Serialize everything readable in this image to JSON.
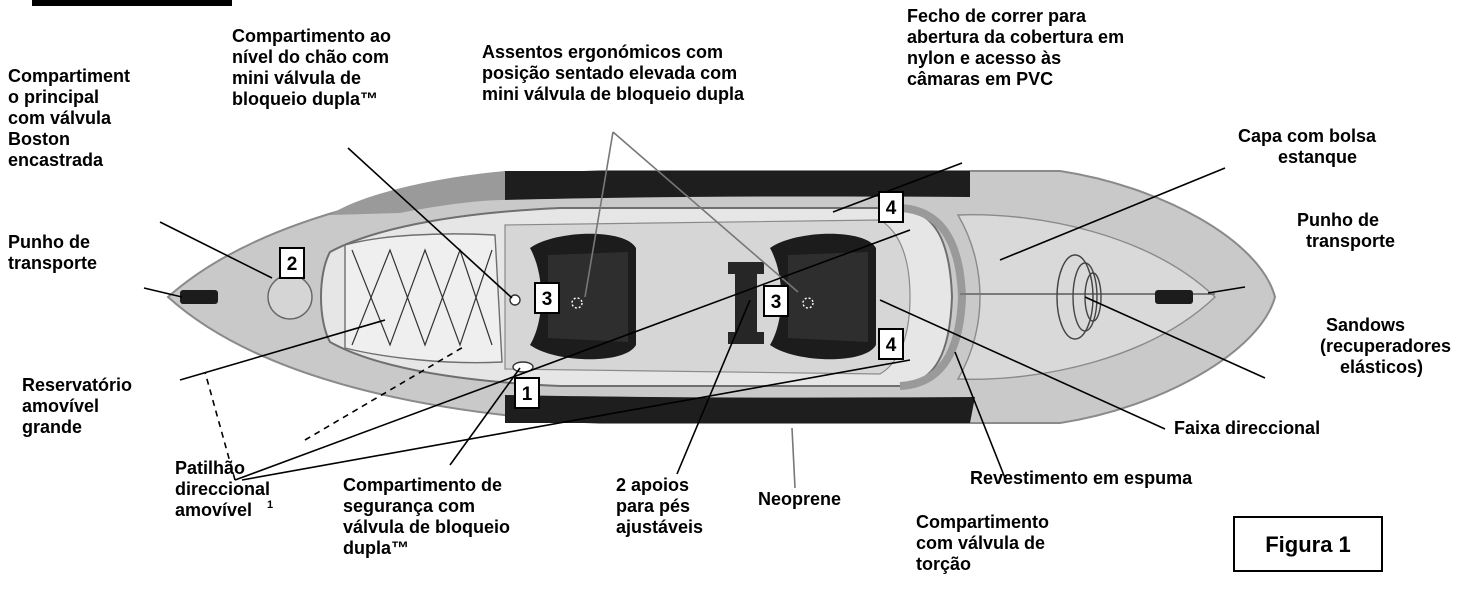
{
  "figure_label": "Figura 1",
  "labels": {
    "compartimento_principal": [
      "Compartiment",
      "o principal",
      "com válvula",
      "Boston",
      "encastrada"
    ],
    "compartimento_chao": [
      "Compartimento ao",
      "nível do chão com",
      "mini válvula de",
      "bloqueio dupla™"
    ],
    "assentos": [
      "Assentos ergonómicos com",
      "posição sentado elevada com",
      "mini válvula de bloqueio dupla"
    ],
    "fecho": [
      "Fecho de correr para",
      "abertura da cobertura em",
      "nylon e acesso às",
      "câmaras em PVC"
    ],
    "capa": [
      "Capa com bolsa",
      "estanque"
    ],
    "punho_esquerda": [
      "Punho de",
      "transporte"
    ],
    "punho_direita": [
      "Punho de",
      "transporte"
    ],
    "sandows": [
      "Sandows",
      "(recuperadores",
      "elásticos)"
    ],
    "reservatorio": [
      "Reservatório",
      "amovível",
      "grande"
    ],
    "faixa": [
      "Faixa direccional"
    ],
    "revestimento": [
      "Revestimento em espuma"
    ],
    "patilhao": [
      "Patilhão",
      "direccional",
      "amovível"
    ],
    "patilhao_footnote": "1",
    "seguranca": [
      "Compartimento de",
      "segurança com",
      "válvula de bloqueio",
      "dupla™"
    ],
    "apoios": [
      "2 apoios",
      "para pés",
      "ajustáveis"
    ],
    "neoprene": [
      "Neoprene"
    ],
    "torcao": [
      "Compartimento",
      "com válvula de",
      "torção"
    ]
  },
  "badges": {
    "b1": "1",
    "b2": "2",
    "b3_left": "3",
    "b3_right": "3",
    "b4_top": "4",
    "b4_bottom": "4"
  }
}
